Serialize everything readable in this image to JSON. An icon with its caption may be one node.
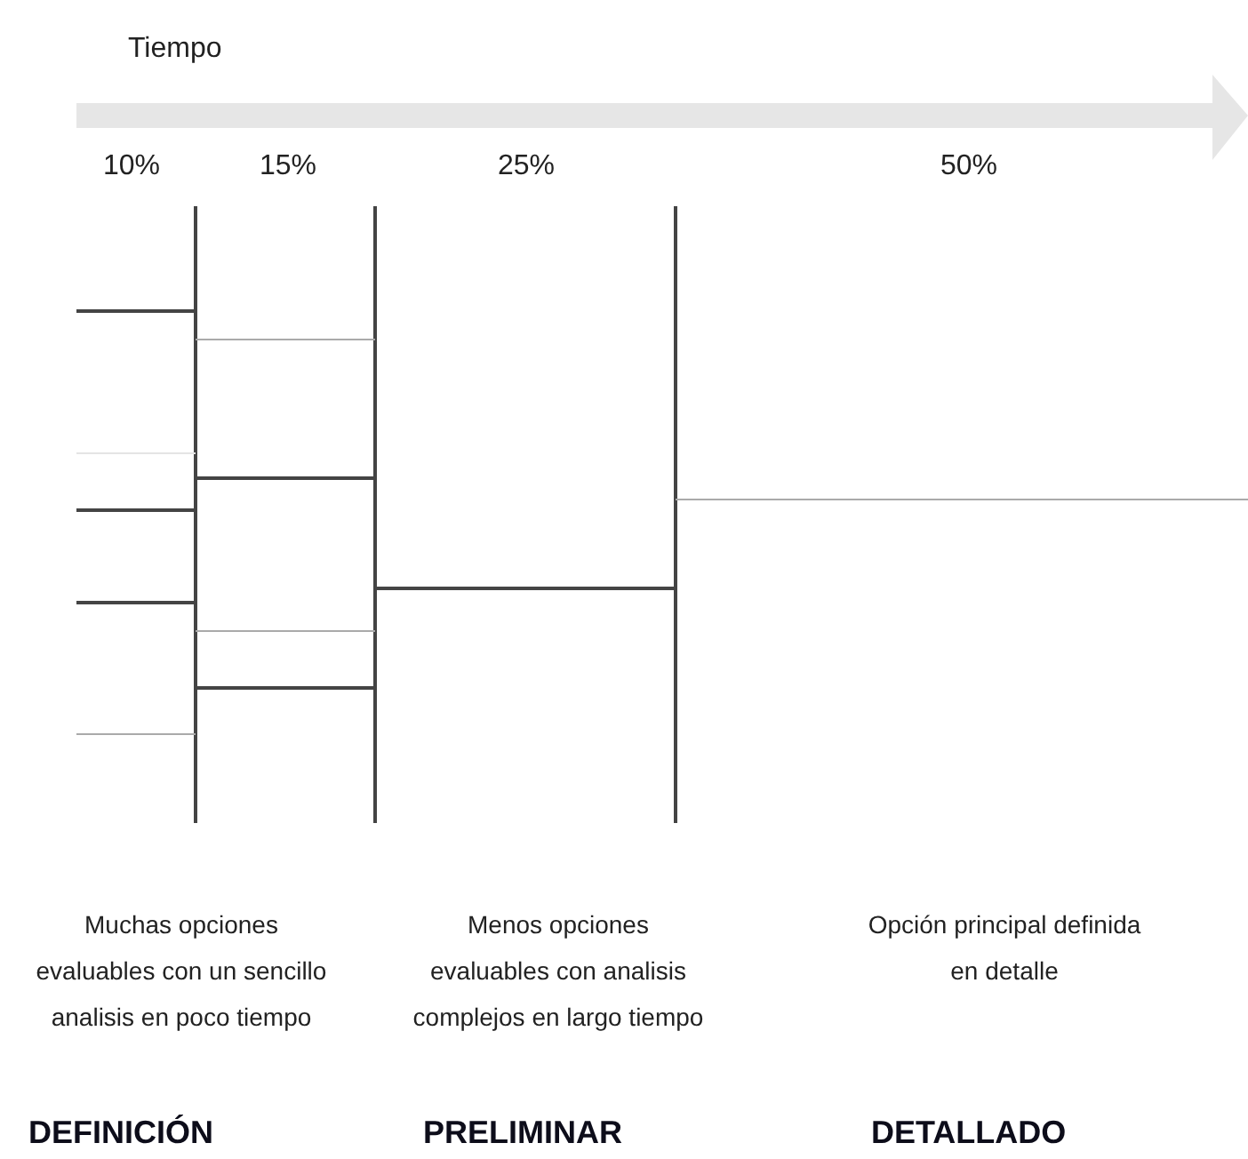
{
  "diagram": {
    "labels": [
      "Tiempo",
      "10%",
      "15%",
      "25%",
      "50%",
      "Muchas opciones evaluables con un sencillo analisis en poco tiempo",
      "Menos opciones evaluables con analisis complejos en largo tiempo",
      "Opción principal definida en detalle",
      "DEFINICIÓN",
      "PRELIMINAR",
      "DETALLADO"
    ]
  }
}
